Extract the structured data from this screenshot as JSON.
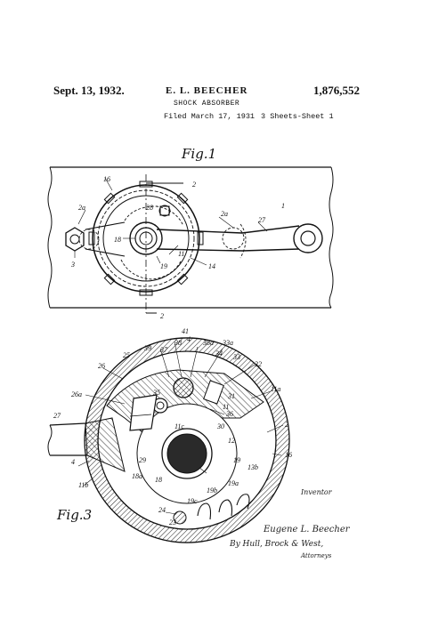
{
  "header": {
    "date": "Sept. 13, 1932.",
    "inventor": "E. L. BEECHER",
    "patent_number": "1,876,552",
    "title": "SHOCK ABSORBER",
    "filed": "Filed March 17, 1931",
    "sheets": "3 Sheets-Sheet  1"
  },
  "fig1": {
    "caption": "Fig.1",
    "labels": [
      "16",
      "2",
      "28",
      "2a",
      "27",
      "1",
      "2a",
      "18",
      "11",
      "3",
      "19",
      "14",
      "2"
    ]
  },
  "fig3": {
    "caption": "Fig.3",
    "labels": [
      "41",
      "4",
      "39",
      "38",
      "38a",
      "33a",
      "37",
      "25",
      "34",
      "33",
      "32",
      "26",
      "35",
      "11a",
      "26a",
      "11",
      "31",
      "36",
      "27",
      "30",
      "2",
      "11c",
      "12",
      "16",
      "29",
      "4",
      "13b",
      "18a",
      "18",
      "19a",
      "19b",
      "19",
      "11b",
      "19c",
      "24",
      "23"
    ],
    "inventor_label": "Inventor",
    "signature": "Eugene L. Beecher",
    "by_line": "By Hull, Brock & West,",
    "attorneys": "Attorneys"
  }
}
